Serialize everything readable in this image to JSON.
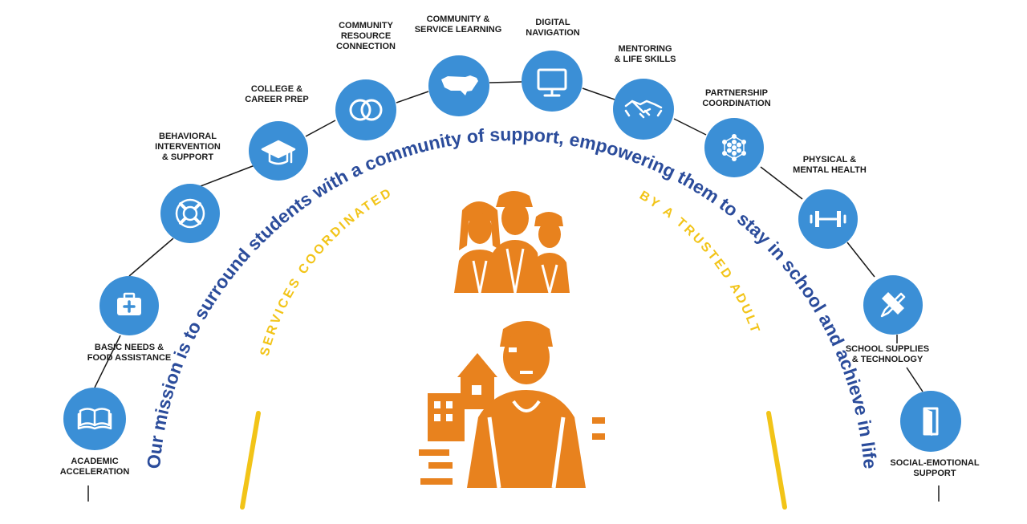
{
  "colors": {
    "circle": "#3b8fd6",
    "mission_text": "#2b4c9b",
    "services_text": "#f2c418",
    "illustration": "#e8821e",
    "connector": "#1a1a1a"
  },
  "mission": "Our mission is to surround students with a community of support, empowering them to stay in school and achieve in life",
  "tagline": {
    "left": "SERVICES COORDINATED",
    "right": "BY A TRUSTED ADULT"
  },
  "services": [
    {
      "icon": "open-book-icon",
      "lines": [
        "ACADEMIC",
        "ACCELERATION"
      ]
    },
    {
      "icon": "first-aid-kit-icon",
      "lines": [
        "BASIC NEEDS &",
        "FOOD ASSISTANCE"
      ]
    },
    {
      "icon": "life-preserver-icon",
      "lines": [
        "BEHAVIORAL",
        "INTERVENTION",
        "& SUPPORT"
      ]
    },
    {
      "icon": "graduation-cap-icon",
      "lines": [
        "COLLEGE &",
        "CAREER PREP"
      ]
    },
    {
      "icon": "linked-rings-icon",
      "lines": [
        "COMMUNITY",
        "RESOURCE",
        "CONNECTION"
      ]
    },
    {
      "icon": "usa-map-icon",
      "lines": [
        "COMMUNITY &",
        "SERVICE LEARNING"
      ]
    },
    {
      "icon": "monitor-icon",
      "lines": [
        "DIGITAL",
        "NAVIGATION"
      ]
    },
    {
      "icon": "handshake-icon",
      "lines": [
        "MENTORING",
        "& LIFE SKILLS"
      ]
    },
    {
      "icon": "network-hexagon-icon",
      "lines": [
        "PARTNERSHIP",
        "COORDINATION"
      ]
    },
    {
      "icon": "dumbbell-icon",
      "lines": [
        "PHYSICAL &",
        "MENTAL HEALTH"
      ]
    },
    {
      "icon": "pencil-ruler-icon",
      "lines": [
        "SCHOOL SUPPLIES",
        "& TECHNOLOGY"
      ]
    },
    {
      "icon": "door-icon",
      "lines": [
        "SOCIAL-EMOTIONAL",
        "SUPPORT"
      ]
    }
  ]
}
